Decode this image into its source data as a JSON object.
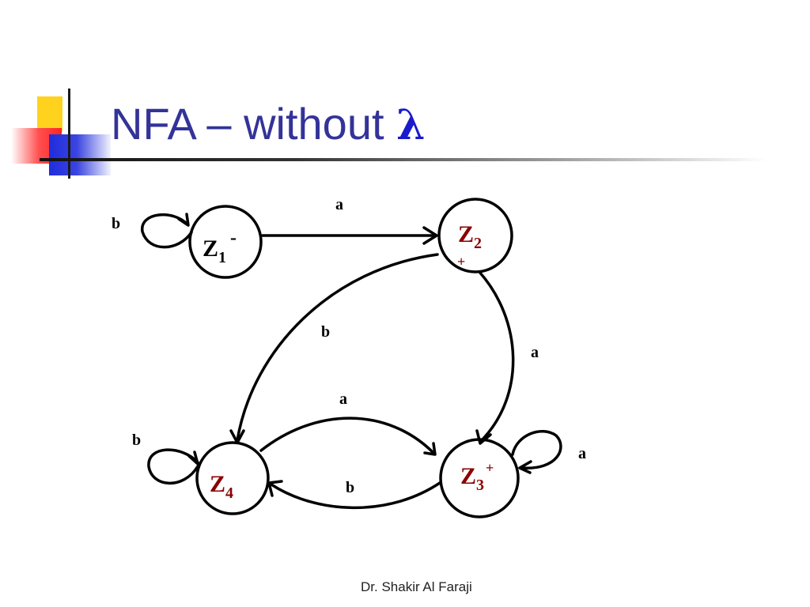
{
  "slide": {
    "title_prefix": "NFA – without ",
    "title_symbol": "λ",
    "footer": "Dr. Shakir Al Faraji"
  },
  "diagram": {
    "states": [
      {
        "id": "z1",
        "letter": "Z",
        "index": "1",
        "mark": "-",
        "color": "#000000"
      },
      {
        "id": "z2",
        "letter": "Z",
        "index": "2",
        "mark": "+",
        "color": "#8b0000"
      },
      {
        "id": "z3",
        "letter": "Z",
        "index": "3",
        "mark": "+",
        "color": "#8b0000"
      },
      {
        "id": "z4",
        "letter": "Z",
        "index": "4",
        "mark": "",
        "color": "#8b0000"
      }
    ],
    "transitions": [
      {
        "from": "z1",
        "to": "z1",
        "label": "b"
      },
      {
        "from": "z1",
        "to": "z2",
        "label": "a"
      },
      {
        "from": "z2",
        "to": "z4",
        "label": "b"
      },
      {
        "from": "z2",
        "to": "z3",
        "label": "a"
      },
      {
        "from": "z4",
        "to": "z3",
        "label": "a"
      },
      {
        "from": "z3",
        "to": "z4",
        "label": "b"
      },
      {
        "from": "z4",
        "to": "z4",
        "label": "b"
      },
      {
        "from": "z3",
        "to": "z3",
        "label": "a"
      }
    ]
  }
}
